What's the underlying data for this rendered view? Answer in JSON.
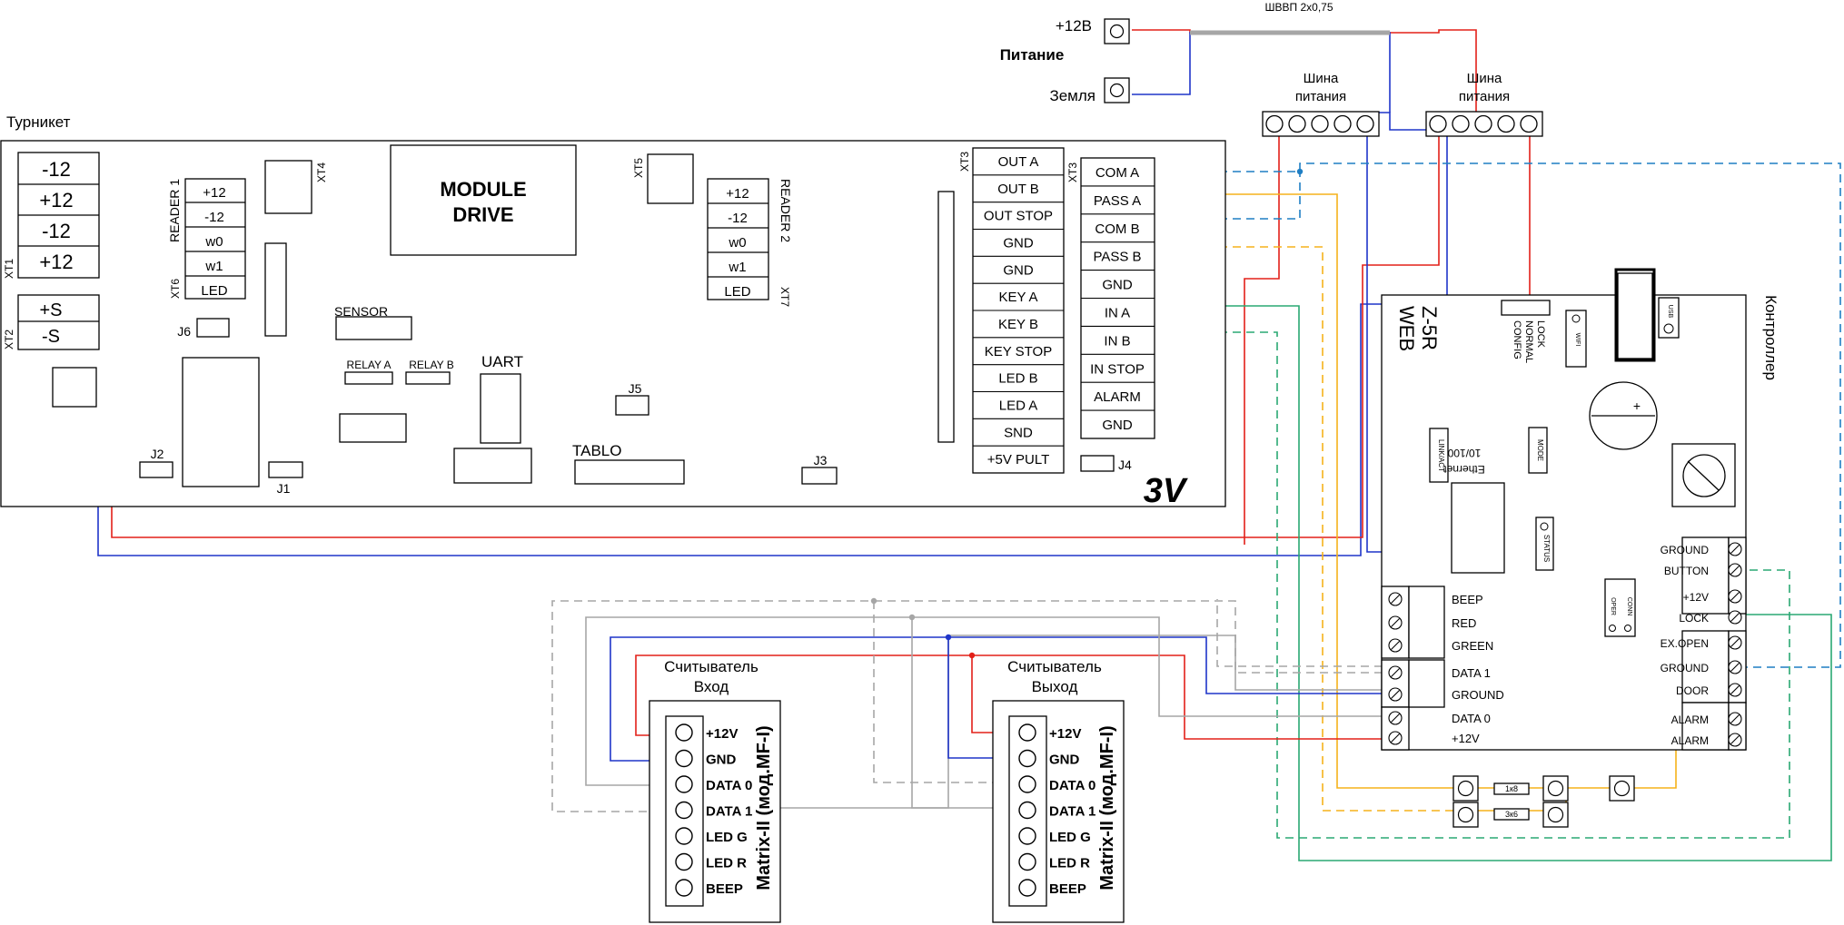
{
  "colors": {
    "red": "#e32019",
    "blue": "#1f35c9",
    "green": "#2aa873",
    "yellow": "#f5b21b",
    "lightblue": "#1f7fc4",
    "gray": "#a6a6a6",
    "black": "#000000"
  },
  "power": {
    "plus12": "+12В",
    "title": "Питание",
    "ground": "Земля",
    "cable": "ШВВП 2х0,75"
  },
  "bus1": {
    "line1": "Шина",
    "line2": "питания"
  },
  "bus2": {
    "line1": "Шина",
    "line2": "питания"
  },
  "turnstile": {
    "title": "Турникет",
    "xt1": {
      "label": "XT1",
      "pins": [
        "-12",
        "+12",
        "-12",
        "+12"
      ]
    },
    "xt2": {
      "label": "XT2",
      "pins": [
        "+S",
        "-S"
      ]
    },
    "reader1": {
      "label": "READER 1",
      "xt": "XT6",
      "pins": [
        "+12",
        "-12",
        "w0",
        "w1",
        "LED"
      ]
    },
    "reader2": {
      "label": "READER 2",
      "xt": "XT7",
      "pins": [
        "+12",
        "-12",
        "w0",
        "w1",
        "LED"
      ]
    },
    "xt4": "XT4",
    "xt5": "XT5",
    "module": {
      "line1": "MODULE",
      "line2": "DRIVE"
    },
    "sensor": "SENSOR",
    "relay_a": "RELAY A",
    "relay_b": "RELAY B",
    "uart": "UART",
    "tablo": "TABLO",
    "j1": "J1",
    "j2": "J2",
    "j3": "J3",
    "j4": "J4",
    "j5": "J5",
    "j6": "J6",
    "badge": "3V",
    "xt3_left": {
      "label": "XT3",
      "pins": [
        "OUT A",
        "OUT B",
        "OUT STOP",
        "GND",
        "GND",
        "KEY A",
        "KEY B",
        "KEY STOP",
        "LED B",
        "LED A",
        "SND",
        "+5V PULT"
      ]
    },
    "xt3_right": {
      "label": "XT3",
      "pins": [
        "COM A",
        "PASS A",
        "COM B",
        "PASS B",
        "GND",
        "IN A",
        "IN B",
        "IN STOP",
        "ALARM",
        "GND"
      ]
    }
  },
  "controller": {
    "title": "Контроллер",
    "model_line1": "Z-5R",
    "model_line2": "WEB",
    "mode_labels": [
      "LOCK",
      "NORMAL",
      "CONFIG"
    ],
    "wifi": "WIFI",
    "usb": "USB",
    "link": "LINK/ACT",
    "ethernet_line1": "10/100",
    "ethernet_line2": "Ethernet",
    "mode": "MODE",
    "status": "STATUS",
    "oper": "OPER",
    "conn": "CONN",
    "battery": "+",
    "left_terminals": [
      "BEEP",
      "RED",
      "GREEN",
      "DATA 1",
      "GROUND",
      "DATA 0",
      "+12V"
    ],
    "right_terminals": [
      "GROUND",
      "BUTTON",
      "+12V",
      "LOCK",
      "EX.OPEN",
      "GROUND",
      "DOOR",
      "ALARM",
      "ALARM"
    ]
  },
  "resistors": [
    "1к8",
    "3к6"
  ],
  "reader_in": {
    "title_line1": "Считыватель",
    "title_line2": "Вход",
    "model": "Matrix-II (мод.MF-I)",
    "pins": [
      "+12V",
      "GND",
      "DATA 0",
      "DATA 1",
      "LED G",
      "LED R",
      "BEEP"
    ]
  },
  "reader_out": {
    "title_line1": "Считыватель",
    "title_line2": "Выход",
    "model": "Matrix-II (мод.MF-I)",
    "pins": [
      "+12V",
      "GND",
      "DATA 0",
      "DATA 1",
      "LED G",
      "LED R",
      "BEEP"
    ]
  }
}
